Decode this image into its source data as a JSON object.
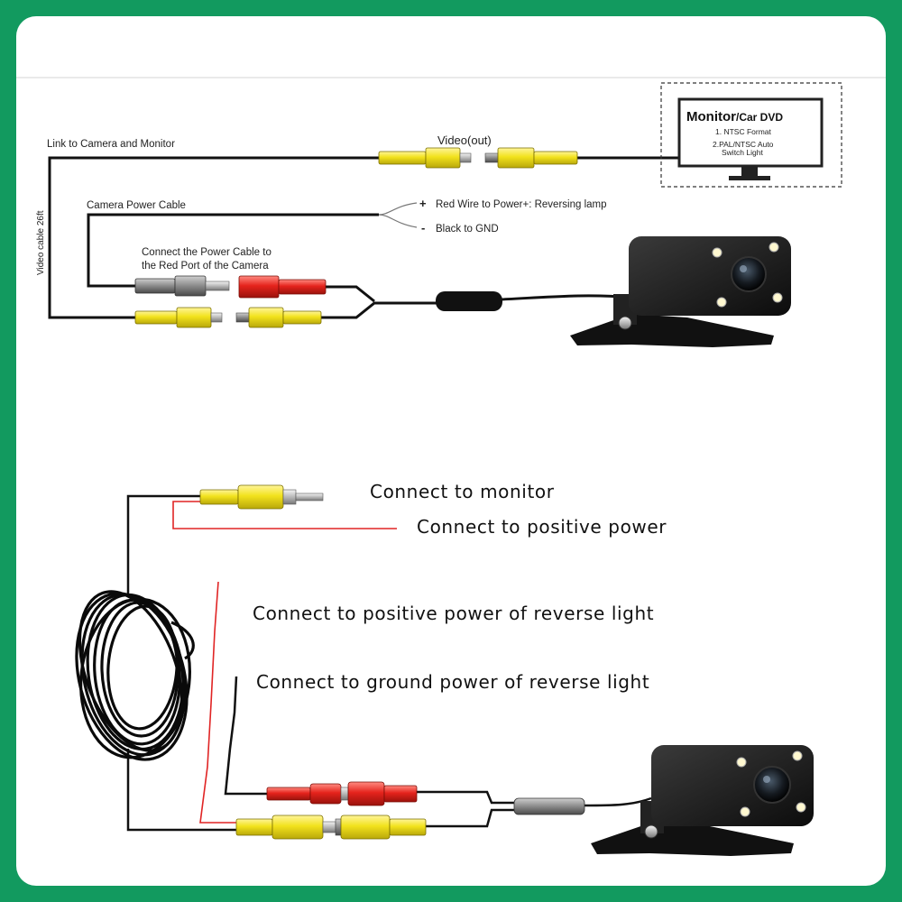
{
  "top_diagram": {
    "link_label": "Link to Camera and Monitor",
    "video_out_label": "Video(out)",
    "cable_length_label": "Video cable 26ft",
    "power_cable_label": "Camera Power Cable",
    "red_wire_sign": "+",
    "red_wire_label": "Red Wire to Power+: Reversing lamp",
    "black_wire_sign": "-",
    "black_wire_label": "Black to GND",
    "connect_power_line1": "Connect the Power Cable to",
    "connect_power_line2": "the Red Port of the Camera",
    "monitor": {
      "title": "Monitor",
      "subtitle": "/Car DVD",
      "line1": "1. NTSC Format",
      "line2": "2.PAL/NTSC Auto",
      "line3": "Switch Light"
    }
  },
  "bottom_diagram": {
    "monitor_label": "Connect to monitor",
    "positive_power_label": "Connect to  positive power",
    "reverse_positive_label": "Connect to positive power of reverse light",
    "reverse_ground_label": "Connect to ground power of reverse light"
  },
  "colors": {
    "border": "#129a5f",
    "rca_yellow": "#f2e21c",
    "power_red": "#e5231c",
    "wire": "#111111",
    "red_wire": "#e02424"
  }
}
